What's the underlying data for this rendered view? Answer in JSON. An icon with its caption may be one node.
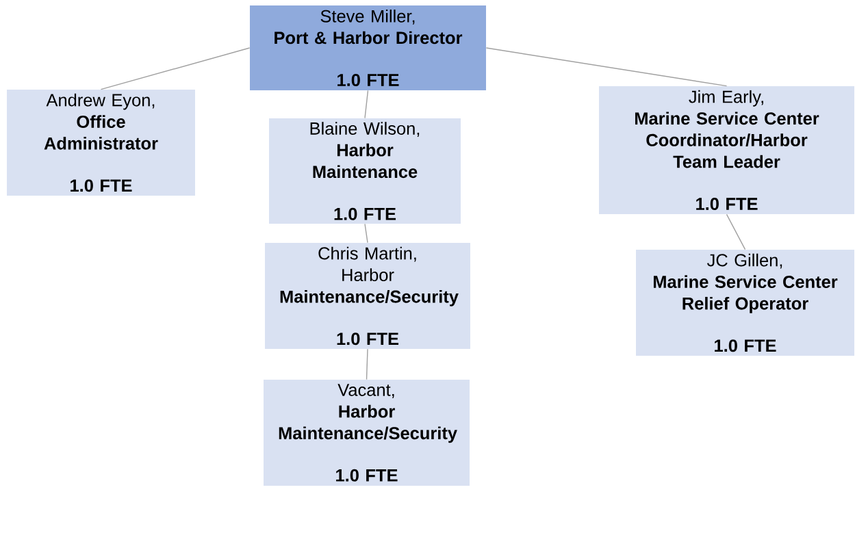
{
  "diagram": {
    "nodes": [
      {
        "text": [
          "Steve Miller,",
          "Port & Harbor Director",
          "1.0 FTE"
        ]
      },
      {
        "text": [
          "Andrew Eyon,",
          "Office Administrator",
          "1.0 FTE"
        ]
      },
      {
        "text": [
          "Blaine Wilson,",
          "Harbor Maintenance",
          "1.0 FTE"
        ]
      },
      {
        "text": [
          "Chris Martin,",
          "Harbor **Maintenance/Security**",
          "1.0 FTE"
        ]
      },
      {
        "text": [
          "Vacant,",
          "Harbor Maintenance/Security",
          "1.0 FTE"
        ]
      },
      {
        "text": [
          "Jim Early,",
          "Marine Service Center Coordinator/Harbor Team Leader",
          "1.0 FTE"
        ]
      },
      {
        "text": [
          "JC Gillen,",
          "Marine Service Center Relief Operator",
          "1.0 FTE"
        ]
      }
    ],
    "edges": [
      {
        "from": 0,
        "to": 1,
        "arrow": "none"
      },
      {
        "from": 0,
        "to": 2,
        "arrow": "none"
      },
      {
        "from": 2,
        "to": 3,
        "arrow": "none"
      },
      {
        "from": 3,
        "to": 4,
        "arrow": "none"
      },
      {
        "from": 0,
        "to": 5,
        "arrow": "none"
      },
      {
        "from": 5,
        "to": 6,
        "arrow": "none"
      }
    ]
  }
}
